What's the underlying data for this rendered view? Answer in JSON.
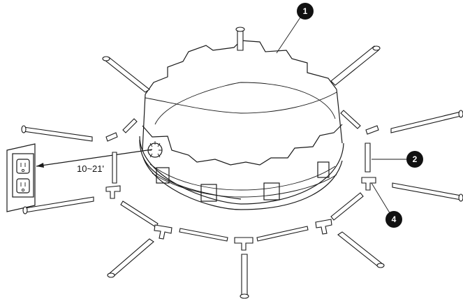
{
  "callouts": [
    {
      "id": "callout-1",
      "label": "1"
    },
    {
      "id": "callout-2",
      "label": "2"
    },
    {
      "id": "callout-4",
      "label": "4"
    }
  ],
  "distance_label": "10~21'",
  "outlet_icon": "power-outlet-icon",
  "colors": {
    "ink": "#1a1a1a",
    "callout_fill": "#111111",
    "background": "#ffffff"
  }
}
